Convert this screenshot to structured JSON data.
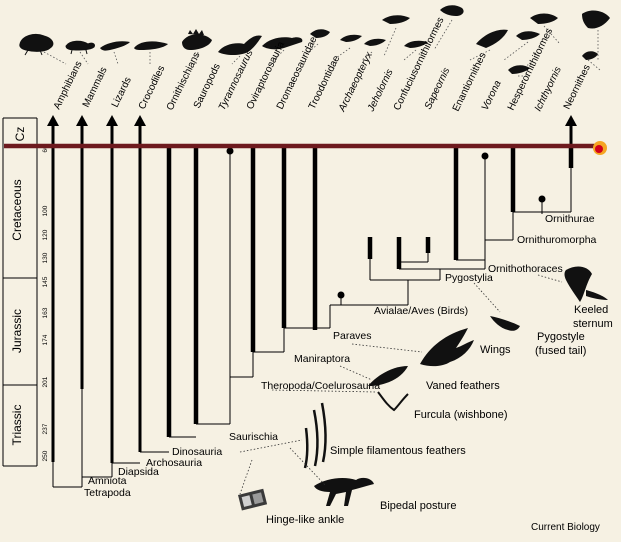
{
  "figure": {
    "credit": "Current Biology",
    "periods": [
      "Cz",
      "Cretaceous",
      "Jurassic",
      "Triassic"
    ],
    "time_labels": [
      "66",
      "100",
      "120",
      "130",
      "145",
      "163",
      "174",
      "201",
      "237",
      "250"
    ],
    "taxa": [
      {
        "label": "Amphibians",
        "italic": false
      },
      {
        "label": "Mammals",
        "italic": false
      },
      {
        "label": "Lizards",
        "italic": false
      },
      {
        "label": "Crocodiles",
        "italic": false
      },
      {
        "label": "Ornithischians",
        "italic": false
      },
      {
        "label": "Sauropods",
        "italic": false
      },
      {
        "label": "Tyrannosaurus",
        "italic": true
      },
      {
        "label": "Oviraptorosauria",
        "italic": false
      },
      {
        "label": "Dromaeosauridae",
        "italic": false
      },
      {
        "label": "Troodontidae",
        "italic": false
      },
      {
        "label": "Archaeopteryx",
        "italic": true
      },
      {
        "label": "Jeholornis",
        "italic": true
      },
      {
        "label": "Confuciusornithiformes",
        "italic": false
      },
      {
        "label": "Sapeornis",
        "italic": true
      },
      {
        "label": "Enantiornithes",
        "italic": false
      },
      {
        "label": "Vorona",
        "italic": true
      },
      {
        "label": "Hesperornithiformes",
        "italic": false
      },
      {
        "label": "Ichthyornis",
        "italic": true
      },
      {
        "label": "Neornithes",
        "italic": false
      }
    ],
    "clades": [
      "Tetrapoda",
      "Amniota",
      "Diapsida",
      "Archosauria",
      "Dinosauria",
      "Saurischia",
      "Theropoda/Coelurosauria",
      "Maniraptora",
      "Paraves",
      "Avialae/Aves (Birds)",
      "Pygostylia",
      "Ornithothoraces",
      "Ornithuromorpha",
      "Ornithurae"
    ],
    "features": [
      "Hinge-like ankle",
      "Bipedal posture",
      "Simple filamentous feathers",
      "Furcula (wishbone)",
      "Vaned feathers",
      "Wings",
      "Pygostyle",
      "(fused tail)",
      "Keeled",
      "sternum"
    ]
  }
}
